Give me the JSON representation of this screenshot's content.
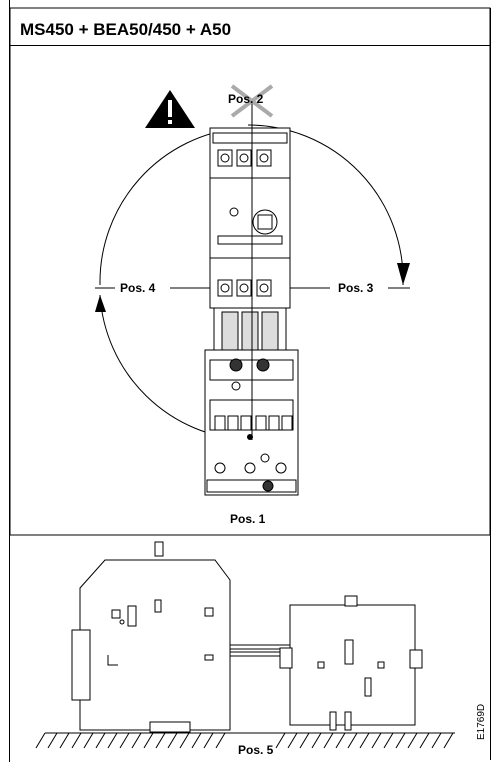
{
  "title": "MS450 + BEA50/450 + A50",
  "labels": {
    "pos1": "Pos. 1",
    "pos2": "Pos. 2",
    "pos3": "Pos. 3",
    "pos4": "Pos. 4",
    "pos5": "Pos. 5"
  },
  "code": "E1769D",
  "warning_symbol": "!"
}
